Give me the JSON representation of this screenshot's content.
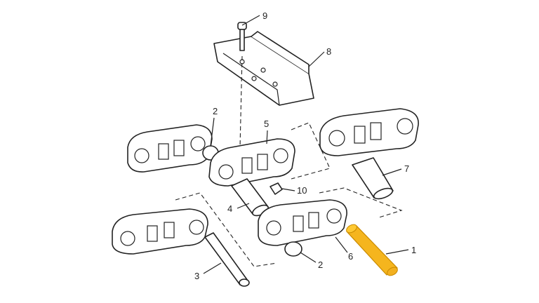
{
  "diagram": {
    "highlight_color": "#F5B51E",
    "highlighted_part": "1",
    "callouts": [
      {
        "id": "pin",
        "label": "1"
      },
      {
        "id": "spacer-left",
        "label": "2"
      },
      {
        "id": "spacer-bottom",
        "label": "2"
      },
      {
        "id": "master-pin",
        "label": "3"
      },
      {
        "id": "bushing-center",
        "label": "4"
      },
      {
        "id": "link-top",
        "label": "5"
      },
      {
        "id": "link-bottom",
        "label": "6"
      },
      {
        "id": "bushing-right",
        "label": "7"
      },
      {
        "id": "shoe",
        "label": "8"
      },
      {
        "id": "bolt",
        "label": "9"
      },
      {
        "id": "nut",
        "label": "10"
      }
    ]
  }
}
